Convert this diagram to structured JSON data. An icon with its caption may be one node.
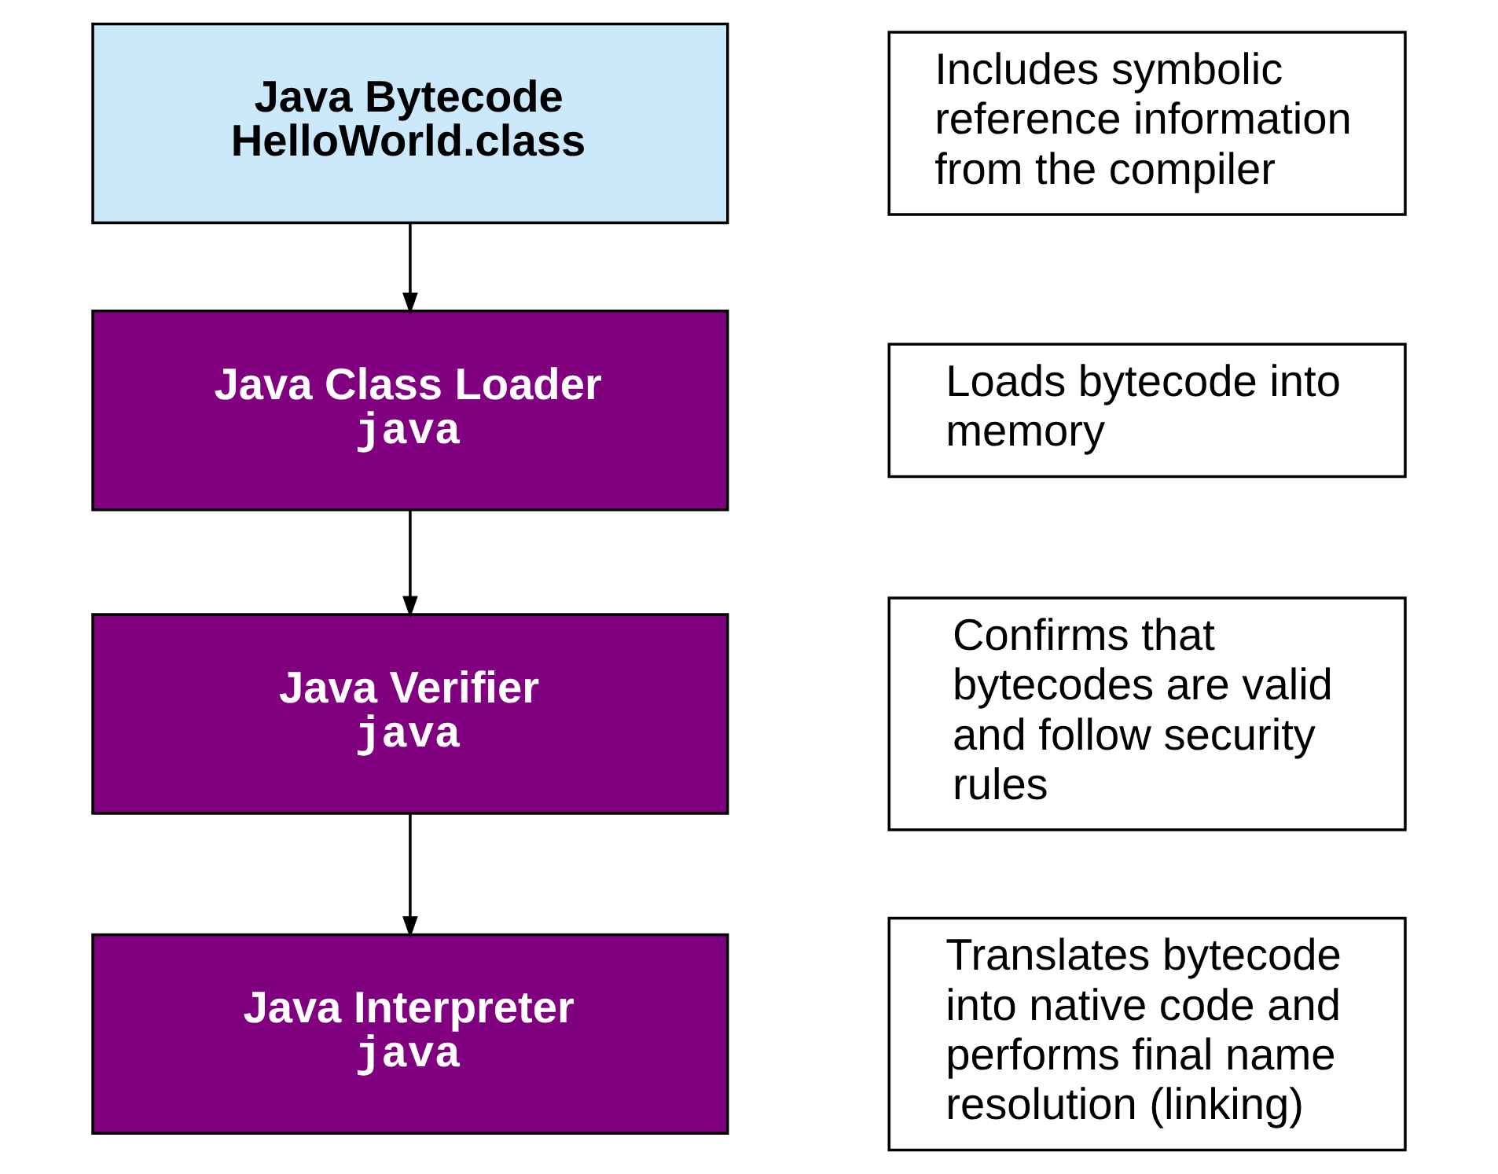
{
  "diagram": {
    "nodes": [
      {
        "text": [
          "Java Bytecode",
          "HelloWorld.class"
        ]
      },
      {
        "text": [
          "Java Class Loader",
          "java"
        ]
      },
      {
        "text": [
          "Java Verifier",
          "java"
        ]
      },
      {
        "text": [
          "Java Interpreter",
          "java"
        ]
      },
      {
        "text": [
          "Includes symbolic reference information from the compiler"
        ]
      },
      {
        "text": [
          "Loads bytecode into memory"
        ]
      },
      {
        "text": [
          "Confirms that bytecodes are valid and follow security rules"
        ]
      },
      {
        "text": [
          "Translates bytecode into native code and performs final name resolution (linking)"
        ]
      }
    ],
    "edges": [
      {
        "from": 0,
        "to": 1,
        "arrow": "to"
      },
      {
        "from": 1,
        "to": 2,
        "arrow": "to"
      },
      {
        "from": 2,
        "to": 3,
        "arrow": "to"
      }
    ]
  }
}
